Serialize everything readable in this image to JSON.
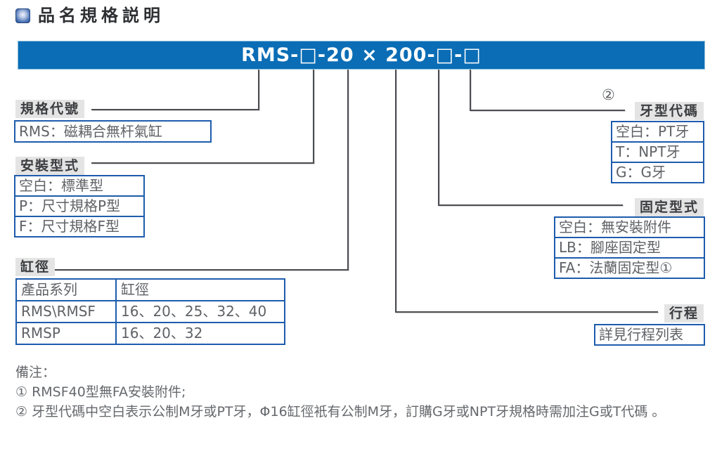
{
  "header": {
    "title": "品名規格説明"
  },
  "model_bar": {
    "code": "RMS-□-20 × 200-□-□"
  },
  "sections": {
    "spec_code": {
      "label": "規格代號",
      "value": "RMS：磁耦合無杆氣缸"
    },
    "mounting": {
      "label": "安裝型式",
      "items": [
        "空白：標準型",
        "P：尺寸規格P型",
        "F：尺寸規格F型"
      ]
    },
    "bore": {
      "label": "缸徑",
      "table": {
        "headers": [
          "產品系列",
          "缸徑"
        ],
        "rows": [
          [
            "RMS\\RMSF",
            "16、20、25、32、40"
          ],
          [
            "RMSP",
            "16、20、32"
          ]
        ]
      }
    },
    "stroke": {
      "label": "行程",
      "value": "詳見行程列表"
    },
    "fixing": {
      "label": "固定型式",
      "items": [
        "空白：無安裝附件",
        "LB：腳座固定型",
        "FA：法蘭固定型①"
      ]
    },
    "thread": {
      "label": "牙型代碼",
      "mark": "②",
      "items": [
        "空白：PT牙",
        "T：NPT牙",
        "G：G牙"
      ]
    }
  },
  "notes": {
    "title": "備注：",
    "items": [
      "① RMSF40型無FA安裝附件;",
      "② 牙型代碼中空白表示公制M牙或PT牙，Φ16缸徑衹有公制M牙，訂購G牙或NPT牙規格時需加注G或T代碼 。"
    ]
  },
  "colors": {
    "bar_blue": "#0a6db5",
    "border_blue": "#1d5cad",
    "label_gray": "#e4e4e4",
    "line_gray": "#4c4e52"
  }
}
